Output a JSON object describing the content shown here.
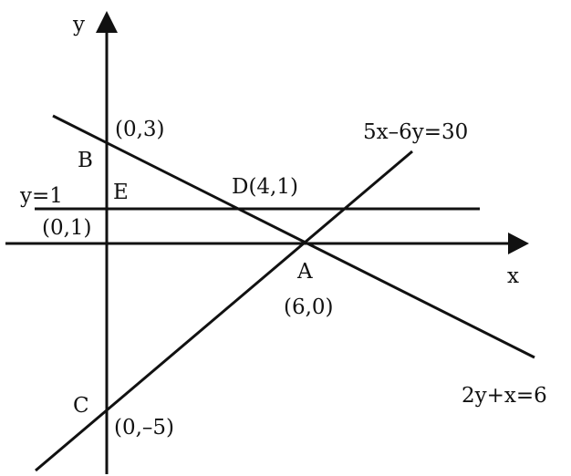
{
  "axes": {
    "x_label": "x",
    "y_label": "y"
  },
  "lines": {
    "line_AB": {
      "equation": "2y+x=6"
    },
    "line_AC": {
      "equation": "5x–6y=30"
    },
    "line_E": {
      "equation": "y=1"
    }
  },
  "points": {
    "A": {
      "name": "A",
      "coord": "(6,0)"
    },
    "B": {
      "name": "B",
      "coord": "(0,3)"
    },
    "C": {
      "name": "C",
      "coord": "(0,–5)"
    },
    "D": {
      "name": "D",
      "coord": "D(4,1)"
    },
    "E": {
      "name": "E",
      "coord": "(0,1)"
    }
  },
  "colors": {
    "ink": "#111111",
    "background": "#ffffff"
  }
}
